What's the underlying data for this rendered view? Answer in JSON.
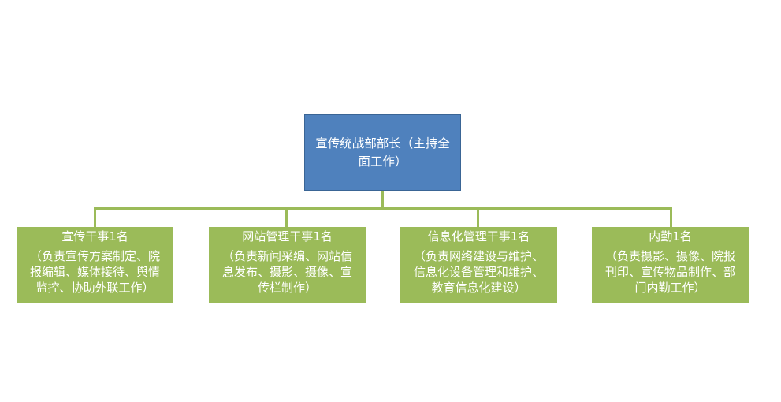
{
  "root": {
    "lines": [
      "宣传统战部部长（主持全",
      "面工作）"
    ],
    "color": "#4F81BD"
  },
  "children": [
    {
      "title": "宣传干事1名",
      "lines": [
        "（负责宣传方案制定、院",
        "报编辑、媒体接待、舆情",
        "监控、协助外联工作）"
      ]
    },
    {
      "title": "网站管理干事1名",
      "lines": [
        "（负责新闻采编、网站信",
        "息发布、摄影、摄像、宣",
        "传栏制作）"
      ]
    },
    {
      "title": "信息化管理干事1名",
      "lines": [
        "（负责网络建设与维护、",
        "信息化设备管理和维护、",
        "教育信息化建设）"
      ]
    },
    {
      "title": "内勤1名",
      "lines": [
        "（负责摄影、摄像、院报",
        "刊印、宣传物品制作、部",
        "门内勤工作）"
      ]
    }
  ],
  "colors": {
    "child": "#9BBB59",
    "connector": "#9BBB59"
  }
}
